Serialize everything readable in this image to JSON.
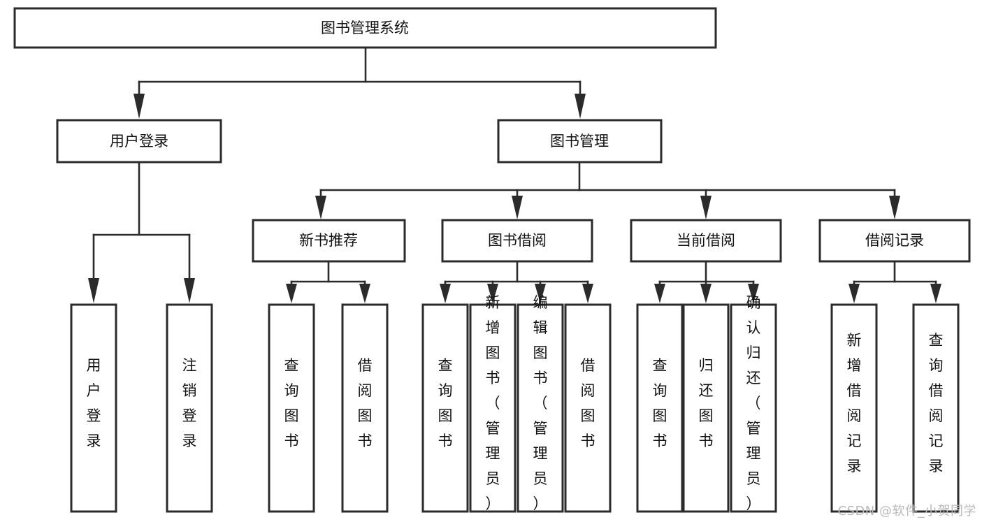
{
  "diagram": {
    "title": "图书管理系统",
    "type": "tree-hierarchy",
    "watermark": "CSDN @软件_小贺同学",
    "colors": {
      "box_stroke": "#2b2b2b",
      "box_fill": "#ffffff",
      "connector": "#2b2b2b",
      "text": "#111111",
      "background": "#ffffff",
      "watermark": "#b9b9b9"
    },
    "levels": {
      "root": {
        "label": "图书管理系统"
      },
      "level2": [
        {
          "label": "用户登录"
        },
        {
          "label": "图书管理"
        }
      ],
      "level3": [
        {
          "label": "新书推荐"
        },
        {
          "label": "图书借阅"
        },
        {
          "label": "当前借阅"
        },
        {
          "label": "借阅记录"
        }
      ]
    },
    "leaves": {
      "user_login": [
        {
          "label": "用户登录"
        },
        {
          "label": "注销登录"
        }
      ],
      "new_book_recommend": [
        {
          "label": "查询图书"
        },
        {
          "label": "借阅图书"
        }
      ],
      "book_borrow": [
        {
          "label": "查询图书"
        },
        {
          "label": "新增图书（管理员）"
        },
        {
          "label": "编辑图书（管理员）"
        },
        {
          "label": "借阅图书"
        }
      ],
      "current_borrow": [
        {
          "label": "查询图书"
        },
        {
          "label": "归还图书"
        },
        {
          "label": "确认归还（管理员）"
        }
      ],
      "borrow_record": [
        {
          "label": "新增借阅记录"
        },
        {
          "label": "查询借阅记录"
        }
      ]
    }
  }
}
